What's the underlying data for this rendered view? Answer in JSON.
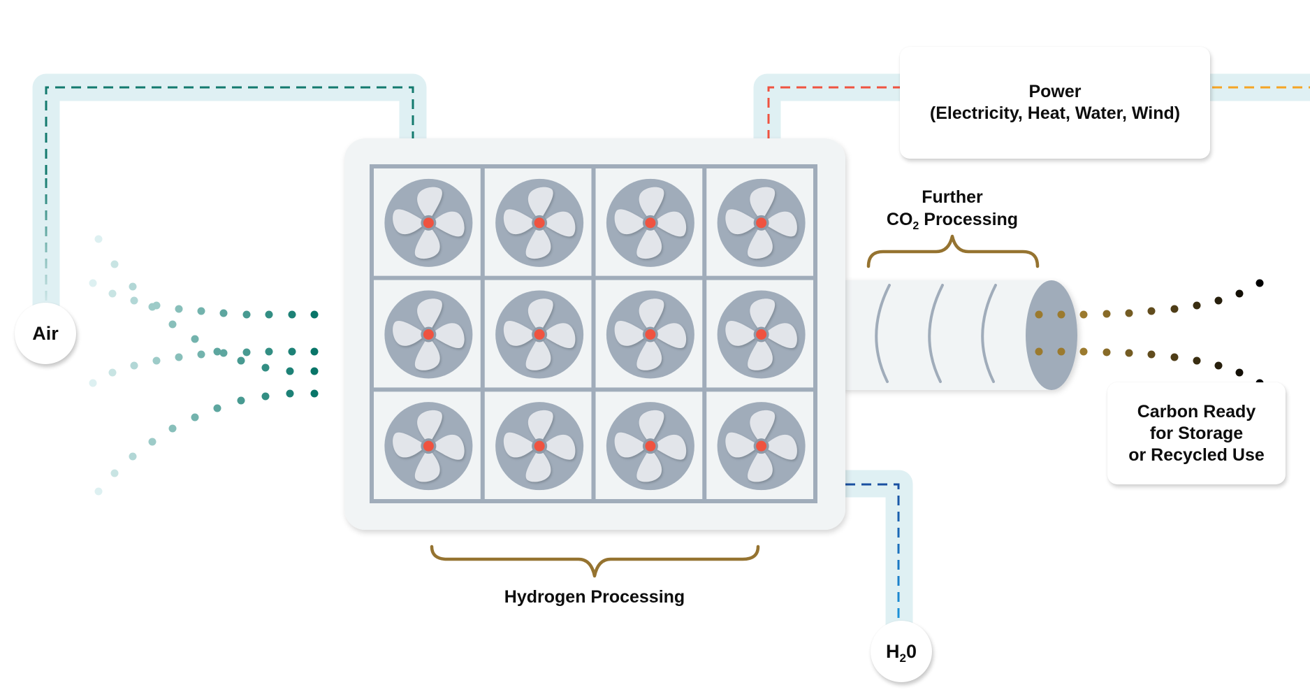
{
  "title": "Direct Air Capture Process",
  "colors": {
    "pipe": "#DFF0F3",
    "air_dash": "#137A6E",
    "power_dash_left": "#EF5340",
    "power_dash_right": "#F5A524",
    "water_dash_top": "#1A4FA0",
    "water_dash_bottom": "#1C95DB",
    "unit_bg": "#F1F4F5",
    "grid_line": "#A0ACBA",
    "fan_bg": "#A0ACBA",
    "fan_blade": "#E2E5EA",
    "fan_hub": "#EF5340",
    "brace": "#957330",
    "carbon_dot_start": "#9B7A2E",
    "carbon_dot_end": "#000000",
    "air_dot_start": "#DDF0F1",
    "air_dot_end": "#087568"
  },
  "labels": {
    "air": "Air",
    "water_main": "H",
    "water_sub": "2",
    "water_tail": "0",
    "power_line1": "Power",
    "power_line2": "(Electricity, Heat, Water, Wind)",
    "further_line1": "Further",
    "further_co": "CO",
    "further_sub": "2",
    "further_tail": " Processing",
    "hydrogen": "Hydrogen Processing",
    "carbon_line1": "Carbon Ready",
    "carbon_line2": "for Storage",
    "carbon_line3": "or Recycled Use"
  },
  "fan_grid": {
    "rows": 3,
    "cols": 4
  },
  "input_streams": 4,
  "dots_per_input_stream": 11,
  "output_streams": 2,
  "dots_per_output_stream": 11
}
